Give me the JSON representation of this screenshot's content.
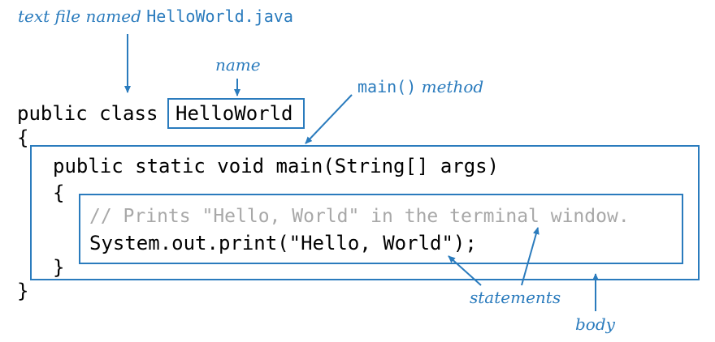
{
  "annotations": {
    "file_label_prefix": "text file named",
    "file_label_name": "HelloWorld.java",
    "name_label": "name",
    "main_method_code": "main()",
    "main_method_word": "method",
    "statements_label": "statements",
    "body_label": "body"
  },
  "code": {
    "class_keywords": "public class",
    "class_name": "HelloWorld",
    "class_open_brace": "{",
    "method_signature": "public static void main(String[] args)",
    "method_open_brace": "{",
    "comment_line": "// Prints \"Hello, World\" in the terminal window.",
    "print_statement": "System.out.print(\"Hello, World\");",
    "method_close_brace": "}",
    "class_close_brace": "}"
  },
  "colors": {
    "annotation": "#2a7bbd",
    "comment": "#a8a8a8",
    "code": "#000000"
  }
}
